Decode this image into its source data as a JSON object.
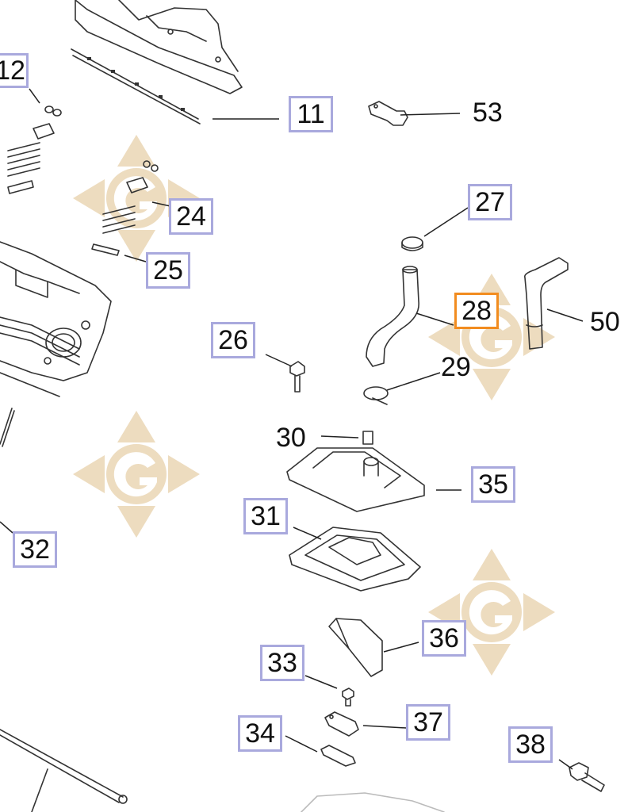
{
  "diagram": {
    "boxed_labels": [
      {
        "id": "12",
        "text": "12"
      },
      {
        "id": "11",
        "text": "11"
      },
      {
        "id": "24",
        "text": "24"
      },
      {
        "id": "25",
        "text": "25"
      },
      {
        "id": "27",
        "text": "27"
      },
      {
        "id": "28",
        "text": "28",
        "selected": true
      },
      {
        "id": "26",
        "text": "26"
      },
      {
        "id": "35",
        "text": "35"
      },
      {
        "id": "31",
        "text": "31"
      },
      {
        "id": "32",
        "text": "32"
      },
      {
        "id": "36",
        "text": "36"
      },
      {
        "id": "33",
        "text": "33"
      },
      {
        "id": "37",
        "text": "37"
      },
      {
        "id": "34",
        "text": "34"
      },
      {
        "id": "38",
        "text": "38"
      }
    ],
    "plain_labels": [
      {
        "id": "53",
        "text": "53"
      },
      {
        "id": "50",
        "text": "50"
      },
      {
        "id": "29",
        "text": "29"
      },
      {
        "id": "30",
        "text": "30"
      }
    ],
    "watermark": "G",
    "colors": {
      "box_border": "#a9a9dd",
      "selected_border": "#f28c1f",
      "watermark": "#eddcbf",
      "line_art": "#333333"
    }
  }
}
